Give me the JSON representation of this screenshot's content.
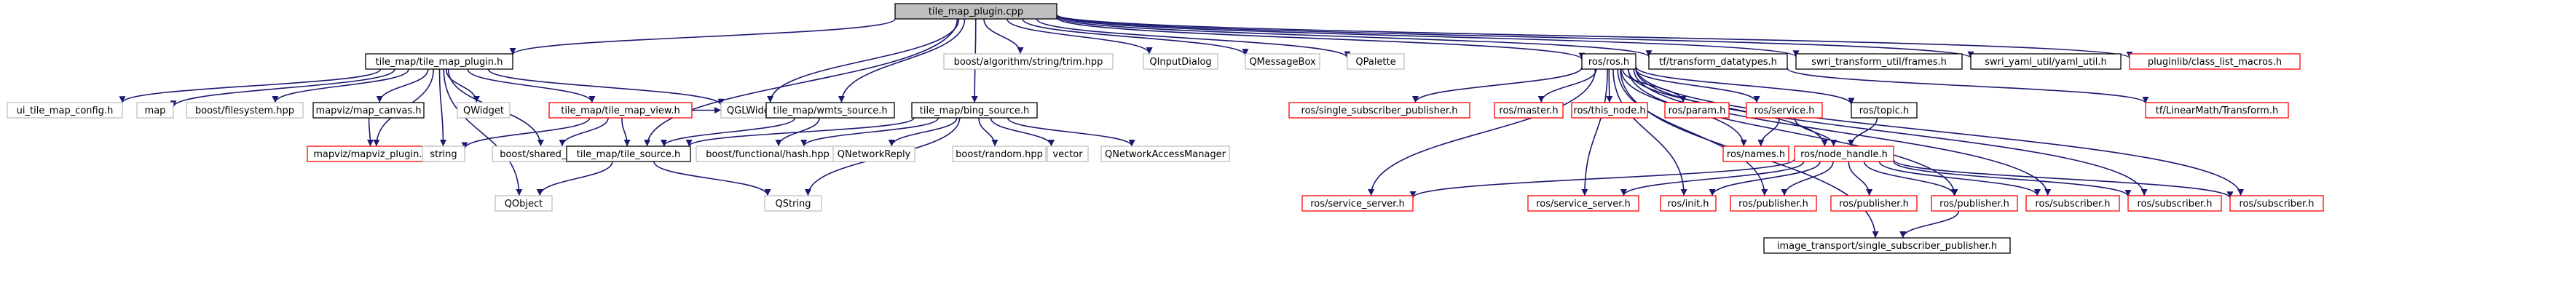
{
  "graph_title": "tile_map_plugin.cpp",
  "colors": {
    "edge": "#191970",
    "root_fill": "#bfbfbf",
    "black_border": "#000000",
    "red_border": "#ff0000",
    "grey_border": "#bfbfbf",
    "white_fill": "#ffffff"
  },
  "nodes": [
    {
      "id": "root",
      "label": "tile_map_plugin.cpp",
      "style": "root"
    },
    {
      "id": "tmph",
      "label": "tile_map/tile_map_plugin.h",
      "style": "black"
    },
    {
      "id": "trim",
      "label": "boost/algorithm/string/trim.hpp",
      "style": "grey"
    },
    {
      "id": "qinput",
      "label": "QInputDialog",
      "style": "grey"
    },
    {
      "id": "qmsg",
      "label": "QMessageBox",
      "style": "grey"
    },
    {
      "id": "qpal",
      "label": "QPalette",
      "style": "grey"
    },
    {
      "id": "rosh",
      "label": "ros/ros.h",
      "style": "black"
    },
    {
      "id": "tfdt",
      "label": "tf/transform_datatypes.h",
      "style": "black"
    },
    {
      "id": "swriframes",
      "label": "swri_transform_util/frames.h",
      "style": "black"
    },
    {
      "id": "swriyaml",
      "label": "swri_yaml_util/yaml_util.h",
      "style": "black"
    },
    {
      "id": "pluginlib",
      "label": "pluginlib/class_list_macros.h",
      "style": "red"
    },
    {
      "id": "uicfg",
      "label": "ui_tile_map_config.h",
      "style": "grey"
    },
    {
      "id": "map",
      "label": "map",
      "style": "grey"
    },
    {
      "id": "bfs",
      "label": "boost/filesystem.hpp",
      "style": "grey"
    },
    {
      "id": "mapcanvas",
      "label": "mapviz/map_canvas.h",
      "style": "black"
    },
    {
      "id": "qwidget",
      "label": "QWidget",
      "style": "grey"
    },
    {
      "id": "tmview",
      "label": "tile_map/tile_map_view.h",
      "style": "red"
    },
    {
      "id": "qgl",
      "label": "QGLWidget",
      "style": "grey"
    },
    {
      "id": "mapvizplugin",
      "label": "mapviz/mapviz_plugin.h",
      "style": "red"
    },
    {
      "id": "string",
      "label": "string",
      "style": "grey"
    },
    {
      "id": "sharedptr",
      "label": "boost/shared_ptr.hpp",
      "style": "grey"
    },
    {
      "id": "wmts",
      "label": "tile_map/wmts_source.h",
      "style": "black"
    },
    {
      "id": "bing",
      "label": "tile_map/bing_source.h",
      "style": "black"
    },
    {
      "id": "tilesrc",
      "label": "tile_map/tile_source.h",
      "style": "black"
    },
    {
      "id": "hash",
      "label": "boost/functional/hash.hpp",
      "style": "grey"
    },
    {
      "id": "qnetreply",
      "label": "QNetworkReply",
      "style": "grey"
    },
    {
      "id": "brandom",
      "label": "boost/random.hpp",
      "style": "grey"
    },
    {
      "id": "vector",
      "label": "vector",
      "style": "grey"
    },
    {
      "id": "qnam",
      "label": "QNetworkAccessManager",
      "style": "grey"
    },
    {
      "id": "qobject",
      "label": "QObject",
      "style": "grey"
    },
    {
      "id": "qstring",
      "label": "QString",
      "style": "grey"
    },
    {
      "id": "singlesubpub",
      "label": "ros/single_subscriber_publisher.h",
      "style": "red"
    },
    {
      "id": "master",
      "label": "ros/master.h",
      "style": "red"
    },
    {
      "id": "thisnode",
      "label": "ros/this_node.h",
      "style": "red"
    },
    {
      "id": "param",
      "label": "ros/param.h",
      "style": "red"
    },
    {
      "id": "service",
      "label": "ros/service.h",
      "style": "red"
    },
    {
      "id": "topic",
      "label": "ros/topic.h",
      "style": "black"
    },
    {
      "id": "tflin",
      "label": "tf/LinearMath/Transform.h",
      "style": "red"
    },
    {
      "id": "names",
      "label": "ros/names.h",
      "style": "red"
    },
    {
      "id": "nodehandle",
      "label": "ros/node_handle.h",
      "style": "red"
    },
    {
      "id": "svcserver1",
      "label": "ros/service_server.h",
      "style": "red"
    },
    {
      "id": "svcserver2",
      "label": "ros/service_server.h",
      "style": "red"
    },
    {
      "id": "init",
      "label": "ros/init.h",
      "style": "red"
    },
    {
      "id": "pub1",
      "label": "ros/publisher.h",
      "style": "red"
    },
    {
      "id": "pub2",
      "label": "ros/publisher.h",
      "style": "red"
    },
    {
      "id": "pub3",
      "label": "ros/publisher.h",
      "style": "red"
    },
    {
      "id": "sub1",
      "label": "ros/subscriber.h",
      "style": "red"
    },
    {
      "id": "sub2",
      "label": "ros/subscriber.h",
      "style": "red"
    },
    {
      "id": "sub3",
      "label": "ros/subscriber.h",
      "style": "red"
    },
    {
      "id": "imgtrans",
      "label": "image_transport/single_subscriber_publisher.h",
      "style": "black"
    }
  ],
  "edges": [
    [
      "root",
      "tmph"
    ],
    [
      "root",
      "trim"
    ],
    [
      "root",
      "qinput"
    ],
    [
      "root",
      "qmsg"
    ],
    [
      "root",
      "qpal"
    ],
    [
      "root",
      "rosh"
    ],
    [
      "root",
      "tfdt"
    ],
    [
      "root",
      "swriframes"
    ],
    [
      "root",
      "swriyaml"
    ],
    [
      "root",
      "pluginlib"
    ],
    [
      "root",
      "qgl"
    ],
    [
      "root",
      "tilesrc"
    ],
    [
      "root",
      "bing"
    ],
    [
      "root",
      "wmts"
    ],
    [
      "tmph",
      "uicfg"
    ],
    [
      "tmph",
      "map"
    ],
    [
      "tmph",
      "bfs"
    ],
    [
      "tmph",
      "mapcanvas"
    ],
    [
      "tmph",
      "qwidget"
    ],
    [
      "tmph",
      "tmview"
    ],
    [
      "tmph",
      "qgl"
    ],
    [
      "tmph",
      "mapvizplugin"
    ],
    [
      "tmph",
      "string"
    ],
    [
      "tmph",
      "sharedptr"
    ],
    [
      "tmph",
      "qobject"
    ],
    [
      "mapcanvas",
      "mapvizplugin"
    ],
    [
      "tmview",
      "string"
    ],
    [
      "tmview",
      "sharedptr"
    ],
    [
      "tmview",
      "tilesrc"
    ],
    [
      "tmview",
      "qgl"
    ],
    [
      "wmts",
      "tilesrc"
    ],
    [
      "wmts",
      "hash"
    ],
    [
      "bing",
      "tilesrc"
    ],
    [
      "bing",
      "hash"
    ],
    [
      "bing",
      "qnetreply"
    ],
    [
      "bing",
      "brandom"
    ],
    [
      "bing",
      "vector"
    ],
    [
      "bing",
      "qnam"
    ],
    [
      "bing",
      "qstring"
    ],
    [
      "tilesrc",
      "qobject"
    ],
    [
      "tilesrc",
      "qstring"
    ],
    [
      "rosh",
      "singlesubpub"
    ],
    [
      "rosh",
      "master"
    ],
    [
      "rosh",
      "thisnode"
    ],
    [
      "rosh",
      "param"
    ],
    [
      "rosh",
      "service"
    ],
    [
      "rosh",
      "topic"
    ],
    [
      "rosh",
      "nodehandle"
    ],
    [
      "rosh",
      "names"
    ],
    [
      "rosh",
      "svcserver1"
    ],
    [
      "rosh",
      "svcserver2"
    ],
    [
      "rosh",
      "init"
    ],
    [
      "rosh",
      "pub1"
    ],
    [
      "rosh",
      "pub2"
    ],
    [
      "rosh",
      "sub1"
    ],
    [
      "rosh",
      "sub2"
    ],
    [
      "rosh",
      "sub3"
    ],
    [
      "rosh",
      "imgtrans"
    ],
    [
      "tfdt",
      "tflin"
    ],
    [
      "service",
      "names"
    ],
    [
      "service",
      "nodehandle"
    ],
    [
      "topic",
      "nodehandle"
    ],
    [
      "nodehandle",
      "svcserver1"
    ],
    [
      "nodehandle",
      "svcserver2"
    ],
    [
      "nodehandle",
      "init"
    ],
    [
      "nodehandle",
      "pub1"
    ],
    [
      "nodehandle",
      "pub2"
    ],
    [
      "nodehandle",
      "pub3"
    ],
    [
      "nodehandle",
      "sub1"
    ],
    [
      "nodehandle",
      "sub2"
    ],
    [
      "nodehandle",
      "sub3"
    ],
    [
      "pub2",
      "imgtrans"
    ]
  ]
}
